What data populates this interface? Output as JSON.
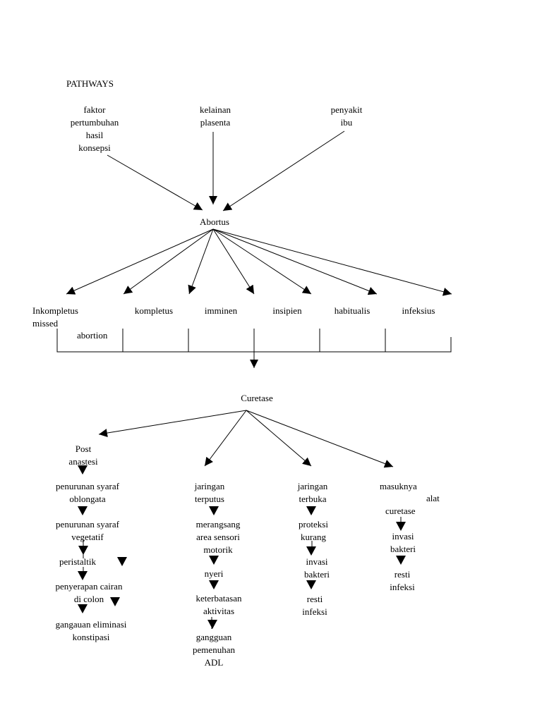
{
  "title": "PATHWAYS",
  "causes": {
    "faktor": [
      "faktor",
      "pertumbuhan",
      "hasil",
      "konsepsi"
    ],
    "kelainan": [
      "kelainan",
      "plasenta"
    ],
    "penyakit": [
      "penyakit",
      "ibu"
    ]
  },
  "abortus": "Abortus",
  "types": {
    "inkompletus": [
      "Inkompletus",
      "missed"
    ],
    "abortion": "abortion",
    "kompletus": "kompletus",
    "imminen": "imminen",
    "insipien": "insipien",
    "habitualis": "habitualis",
    "infeksius": "infeksius"
  },
  "curetase": "Curetase",
  "col1": {
    "post": [
      "Post",
      "anastesi"
    ],
    "n1": [
      "penurunan syaraf",
      "oblongata"
    ],
    "n2": [
      "penurunan syaraf",
      "vegetatif"
    ],
    "n3": "peristaltik",
    "n4": [
      "penyerapan cairan",
      "di colon"
    ],
    "n5": [
      "gangauan eliminasi",
      "konstipasi"
    ]
  },
  "col2": {
    "n1": [
      "jaringan",
      "terputus"
    ],
    "n2": [
      "merangsang",
      "area sensori",
      "motorik"
    ],
    "n3": "nyeri",
    "n4": [
      "keterbatasan",
      "aktivitas"
    ],
    "n5": [
      "gangguan",
      "pemenuhan",
      "ADL"
    ]
  },
  "col3": {
    "n1": [
      "jaringan",
      "terbuka"
    ],
    "n2": [
      "proteksi",
      "kurang"
    ],
    "n3": [
      "invasi",
      "bakteri"
    ],
    "n4": [
      "resti",
      "infeksi"
    ]
  },
  "col4": {
    "n1a": "masuknya",
    "n1b": "alat",
    "n1c": "curetase",
    "n2": [
      "invasi",
      "bakteri"
    ],
    "n3": [
      "resti",
      "infeksi"
    ]
  }
}
